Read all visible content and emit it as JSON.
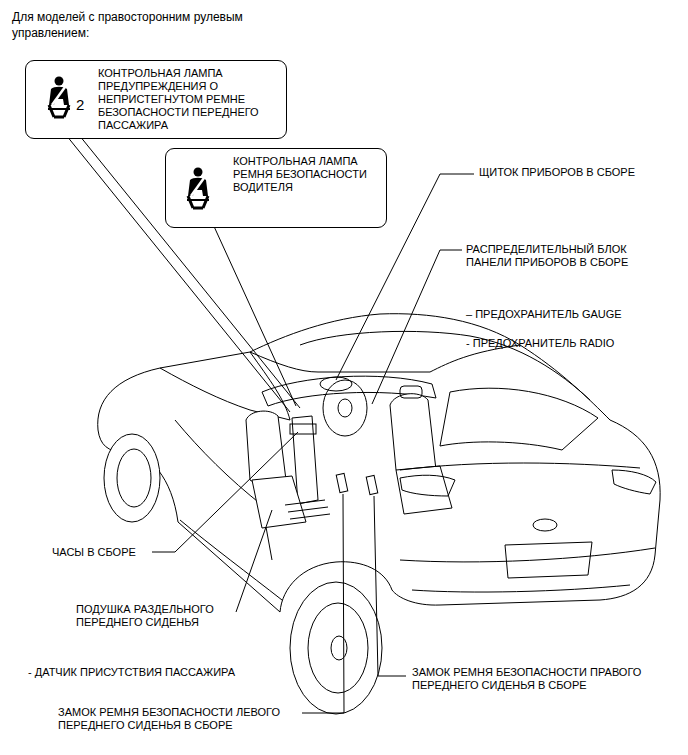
{
  "diagram": {
    "title": "Для моделей с правосторонним рулевым управлением:",
    "nodes": [
      {
        "text": [
          "2",
          "КОНТРОЛЬНАЯ ЛАМПА ПРЕДУПРЕЖДЕНИЯ О НЕПРИСТЕГНУТОМ РЕМНЕ БЕЗОПАСНОСТИ ПЕРЕДНЕГО ПАССАЖИРА"
        ]
      },
      {
        "text": [
          "КОНТРОЛЬНАЯ ЛАМПА РЕМНЯ БЕЗОПАСНОСТИ ВОДИТЕЛЯ"
        ]
      }
    ],
    "labels": [
      "ЩИТОК ПРИБОРОВ В СБОРЕ",
      "РАСПРЕДЕЛИТЕЛЬНЫЙ БЛОК ПАНЕЛИ ПРИБОРОВ В СБОРЕ",
      "– ПРЕДОХРАНИТЕЛЬ GAUGE",
      "- ПРЕДОХРАНИТЕЛЬ RADIO",
      "ЧАСЫ В СБОРЕ",
      "ПОДУШКА РАЗДЕЛЬНОГО ПЕРЕДНЕГО СИДЕНЬЯ",
      "- ДАТЧИК ПРИСУТСТВИЯ ПАССАЖИРА",
      "ЗАМОК РЕМНЯ БЕЗОПАСНОСТИ ПРАВОГО ПЕРЕДНЕГО СИДЕНЬЯ В СБОРЕ",
      "ЗАМОК РЕМНЯ БЕЗОПАСНОСТИ ЛЕВОГО ПЕРЕДНЕГО СИДЕНЬЯ В СБОРЕ"
    ]
  }
}
